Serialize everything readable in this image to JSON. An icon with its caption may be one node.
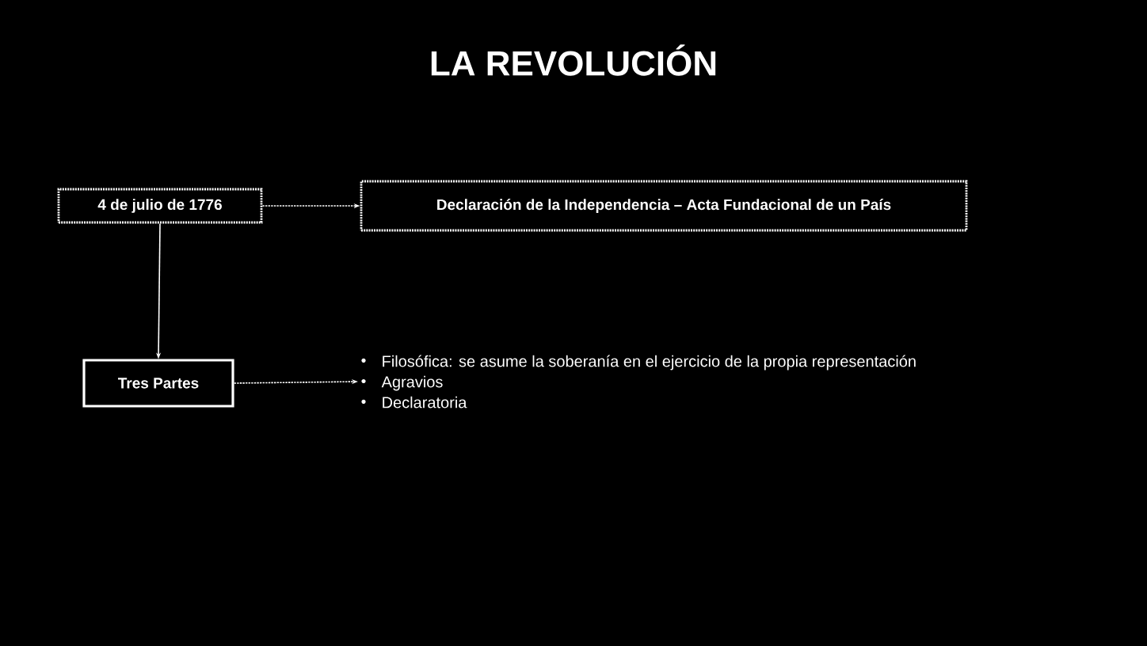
{
  "diagram": {
    "title": "LA REVOLUCIÓN",
    "nodes": [
      {
        "text": [
          "4 de julio de 1776"
        ]
      },
      {
        "text": [
          "Declaración de la Independencia – Acta Fundacional de un País"
        ]
      },
      {
        "text": [
          "Tres Partes"
        ]
      },
      {
        "text": [
          "Filosófica: se asume la soberanía en el ejercicio de la propia representación",
          "Agravios",
          "Declaratoria"
        ]
      }
    ],
    "edges": [
      {
        "from": 0,
        "to": 1,
        "arrow": "to",
        "style": "dashed"
      },
      {
        "from": 0,
        "to": 2,
        "arrow": "to"
      },
      {
        "from": 2,
        "to": 3,
        "arrow": "to",
        "style": "dashed"
      }
    ]
  }
}
